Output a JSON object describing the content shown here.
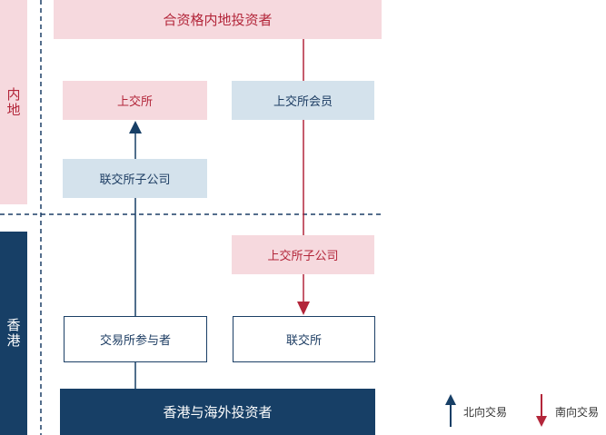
{
  "regions": {
    "mainland": "内地",
    "hongkong": "香港"
  },
  "nodes": {
    "mainland_investors": "合资格内地投资者",
    "sse": "上交所",
    "sse_member": "上交所会员",
    "hkex_subsidiary": "联交所子公司",
    "sse_subsidiary": "上交所子公司",
    "exchange_participant": "交易所参与者",
    "hkex": "联交所",
    "hk_overseas_investors": "香港与海外投资者"
  },
  "legend": {
    "northbound": "北向交易",
    "southbound": "南向交易"
  },
  "colors": {
    "northbound": "#173f66",
    "southbound": "#b3263a",
    "pink_fill": "#f6d9de",
    "blue_fill": "#d4e2ec"
  }
}
